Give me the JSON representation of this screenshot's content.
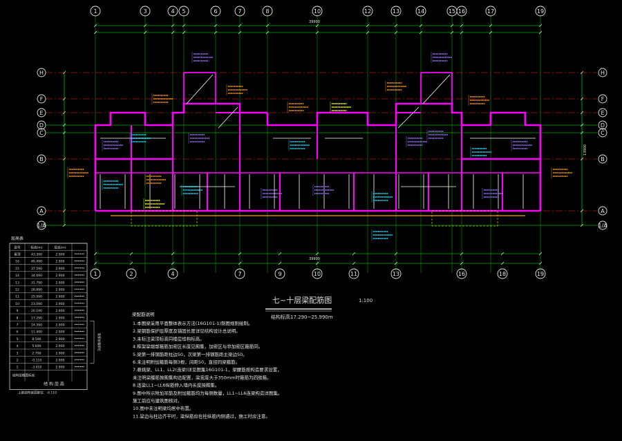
{
  "drawing": {
    "title": "七~十层梁配筋图",
    "scale": "1:100",
    "subtitle": "结构标高17.290~25.990m",
    "overall_dim": "39900",
    "side_dim": "13900"
  },
  "axes_top": [
    "1",
    "3",
    "4",
    "5",
    "6",
    "7",
    "8",
    "10",
    "12",
    "13",
    "14",
    "15",
    "16",
    "17",
    "19"
  ],
  "axes_bottom": [
    "1",
    "2",
    "4",
    "7",
    "9",
    "10",
    "11",
    "13",
    "16",
    "18",
    "19"
  ],
  "axes_rows": [
    "H",
    "F",
    "E",
    "D",
    "C",
    "B",
    "A",
    "1/A"
  ],
  "notes": {
    "heading": "梁配筋说明",
    "lines": [
      "1.本图梁采用平面整体表示方法(16G101-1)制图规则绘制。",
      "2.梁钢筋保护层厚度及锚固长度详见结构设计总说明。",
      "3.未标注梁顶标高同楼层结构标高。",
      "4.框架梁端部箍筋加密区长度见图集，加密区与非加密区箍筋同。",
      "5.梁第一排钢筋距柱边50，次梁第一排钢筋距主梁边50。",
      "6.未注明附加箍筋每侧3根，间距50，直径同梁箍筋。",
      "7.悬挑梁、LL1、LL2(连梁)详见图集16G101-1，梁腰筋按构造要求设置，",
      "   未注明梁腰筋按图集构造配置，梁宽度大于350mm时箍筋为四肢箍。",
      "8.连梁LL1~LL6纵筋伸入墙内长度按图集。",
      "9.图中所示附加吊筋及附加箍筋均为每侧数量，LL1~LL6连梁构造详图集。",
      "   施工前应与建筑图核对。",
      "10.图中未注明梁均居中布置。",
      "11.梁边与柱边齐平时，梁纵筋应在柱纵筋内侧通过，施工时应注意。"
    ]
  },
  "table": {
    "title": "层高表",
    "header": [
      "层号",
      "标高(m)",
      "层高(m)"
    ],
    "rows": [
      [
        "屋顶",
        "43.390",
        "2.900"
      ],
      [
        "16",
        "40.490",
        "2.900"
      ],
      [
        "15",
        "37.590",
        "2.900"
      ],
      [
        "14",
        "34.690",
        "2.900"
      ],
      [
        "13",
        "31.790",
        "2.900"
      ],
      [
        "12",
        "28.890",
        "2.900"
      ],
      [
        "11",
        "25.990",
        "2.900"
      ],
      [
        "10",
        "23.090",
        "2.900"
      ],
      [
        "9",
        "20.190",
        "2.900"
      ],
      [
        "8",
        "17.290",
        "2.900"
      ],
      [
        "7",
        "14.390",
        "2.900"
      ],
      [
        "6",
        "11.490",
        "2.900"
      ],
      [
        "5",
        "8.590",
        "2.900"
      ],
      [
        "4",
        "5.690",
        "2.900"
      ],
      [
        "3",
        "2.790",
        "2.900"
      ],
      [
        "2",
        "-0.110",
        "2.900"
      ],
      [
        "1",
        "-3.010",
        "2.900"
      ]
    ],
    "footer_label": "结构层楼面标高",
    "footer_sub": "结 构 层 高",
    "bottom_label": "上部结构嵌固部位：-0.110",
    "side_label": "底部加强部位"
  },
  "colors": {
    "background": "#000000",
    "axis_grid": "#00ff00",
    "axis_red": "#ff2020",
    "beams": "#ff00ff",
    "walls": "#ffffff",
    "labels_yellow": "#ffff00",
    "labels_orange": "#ff9900",
    "labels_cyan": "#00e0ff",
    "labels_purple": "#a070ff"
  }
}
